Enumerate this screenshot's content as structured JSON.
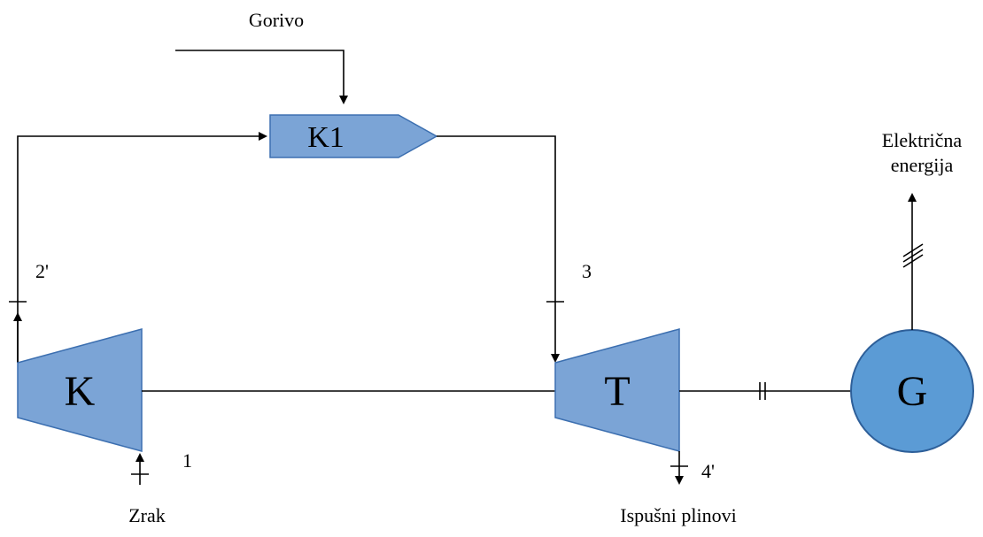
{
  "labels": {
    "fuel": "Gorivo",
    "air": "Zrak",
    "exhaust": "Ispušni plinovi",
    "electric_line1": "Električna",
    "electric_line2": "energija",
    "point_1": "1",
    "point_2": "2'",
    "point_3": "3",
    "point_4": "4'"
  },
  "components": {
    "compressor": "K",
    "combustor": "K1",
    "turbine": "T",
    "generator": "G"
  },
  "colors": {
    "component_fill": "#7ba4d6",
    "component_stroke": "#3c6fb0",
    "generator_fill": "#5b9bd5",
    "line": "#000000"
  }
}
